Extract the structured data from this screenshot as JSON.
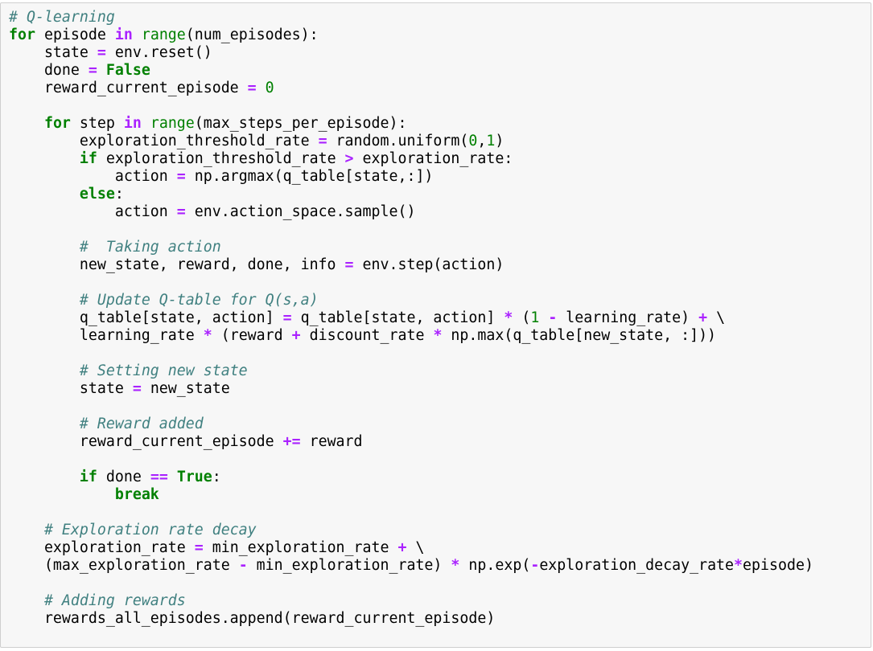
{
  "notebook_cell": {
    "language": "python",
    "lines": [
      [
        {
          "t": "# Q-learning",
          "k": "cm"
        }
      ],
      [
        {
          "t": "for",
          "k": "kw"
        },
        {
          "t": " episode ",
          "k": "n"
        },
        {
          "t": "in",
          "k": "op"
        },
        {
          "t": " ",
          "k": "n"
        },
        {
          "t": "range",
          "k": "bi"
        },
        {
          "t": "(num_episodes):",
          "k": "n"
        }
      ],
      [
        {
          "t": "    state ",
          "k": "n"
        },
        {
          "t": "=",
          "k": "op"
        },
        {
          "t": " env.reset()",
          "k": "n"
        }
      ],
      [
        {
          "t": "    done ",
          "k": "n"
        },
        {
          "t": "=",
          "k": "op"
        },
        {
          "t": " ",
          "k": "n"
        },
        {
          "t": "False",
          "k": "const"
        }
      ],
      [
        {
          "t": "    reward_current_episode ",
          "k": "n"
        },
        {
          "t": "=",
          "k": "op"
        },
        {
          "t": " ",
          "k": "n"
        },
        {
          "t": "0",
          "k": "num"
        }
      ],
      [],
      [
        {
          "t": "    ",
          "k": "n"
        },
        {
          "t": "for",
          "k": "kw"
        },
        {
          "t": " step ",
          "k": "n"
        },
        {
          "t": "in",
          "k": "op"
        },
        {
          "t": " ",
          "k": "n"
        },
        {
          "t": "range",
          "k": "bi"
        },
        {
          "t": "(max_steps_per_episode):",
          "k": "n"
        }
      ],
      [
        {
          "t": "        exploration_threshold_rate ",
          "k": "n"
        },
        {
          "t": "=",
          "k": "op"
        },
        {
          "t": " random.uniform(",
          "k": "n"
        },
        {
          "t": "0",
          "k": "num"
        },
        {
          "t": ",",
          "k": "n"
        },
        {
          "t": "1",
          "k": "num"
        },
        {
          "t": ")",
          "k": "n"
        }
      ],
      [
        {
          "t": "        ",
          "k": "n"
        },
        {
          "t": "if",
          "k": "kw"
        },
        {
          "t": " exploration_threshold_rate ",
          "k": "n"
        },
        {
          "t": ">",
          "k": "op"
        },
        {
          "t": " exploration_rate:",
          "k": "n"
        }
      ],
      [
        {
          "t": "            action ",
          "k": "n"
        },
        {
          "t": "=",
          "k": "op"
        },
        {
          "t": " np.argmax(q_table[state,:])",
          "k": "n"
        }
      ],
      [
        {
          "t": "        ",
          "k": "n"
        },
        {
          "t": "else",
          "k": "kw"
        },
        {
          "t": ":",
          "k": "n"
        }
      ],
      [
        {
          "t": "            action ",
          "k": "n"
        },
        {
          "t": "=",
          "k": "op"
        },
        {
          "t": " env.action_space.sample()",
          "k": "n"
        }
      ],
      [],
      [
        {
          "t": "        ",
          "k": "n"
        },
        {
          "t": "#  Taking action",
          "k": "cm"
        }
      ],
      [
        {
          "t": "        new_state, reward, done, info ",
          "k": "n"
        },
        {
          "t": "=",
          "k": "op"
        },
        {
          "t": " env.step(action)",
          "k": "n"
        }
      ],
      [],
      [
        {
          "t": "        ",
          "k": "n"
        },
        {
          "t": "# Update Q-table for Q(s,a)",
          "k": "cm"
        }
      ],
      [
        {
          "t": "        q_table[state, action] ",
          "k": "n"
        },
        {
          "t": "=",
          "k": "op"
        },
        {
          "t": " q_table[state, action] ",
          "k": "n"
        },
        {
          "t": "*",
          "k": "op"
        },
        {
          "t": " (",
          "k": "n"
        },
        {
          "t": "1",
          "k": "num"
        },
        {
          "t": " ",
          "k": "n"
        },
        {
          "t": "-",
          "k": "op"
        },
        {
          "t": " learning_rate) ",
          "k": "n"
        },
        {
          "t": "+",
          "k": "op"
        },
        {
          "t": " \\",
          "k": "n"
        }
      ],
      [
        {
          "t": "        learning_rate ",
          "k": "n"
        },
        {
          "t": "*",
          "k": "op"
        },
        {
          "t": " (reward ",
          "k": "n"
        },
        {
          "t": "+",
          "k": "op"
        },
        {
          "t": " discount_rate ",
          "k": "n"
        },
        {
          "t": "*",
          "k": "op"
        },
        {
          "t": " np.max(q_table[new_state, :]))",
          "k": "n"
        }
      ],
      [],
      [
        {
          "t": "        ",
          "k": "n"
        },
        {
          "t": "# Setting new state",
          "k": "cm"
        }
      ],
      [
        {
          "t": "        state ",
          "k": "n"
        },
        {
          "t": "=",
          "k": "op"
        },
        {
          "t": " new_state",
          "k": "n"
        }
      ],
      [],
      [
        {
          "t": "        ",
          "k": "n"
        },
        {
          "t": "# Reward added",
          "k": "cm"
        }
      ],
      [
        {
          "t": "        reward_current_episode ",
          "k": "n"
        },
        {
          "t": "+=",
          "k": "op"
        },
        {
          "t": " reward",
          "k": "n"
        }
      ],
      [],
      [
        {
          "t": "        ",
          "k": "n"
        },
        {
          "t": "if",
          "k": "kw"
        },
        {
          "t": " done ",
          "k": "n"
        },
        {
          "t": "==",
          "k": "op"
        },
        {
          "t": " ",
          "k": "n"
        },
        {
          "t": "True",
          "k": "const"
        },
        {
          "t": ":",
          "k": "n"
        }
      ],
      [
        {
          "t": "            ",
          "k": "n"
        },
        {
          "t": "break",
          "k": "kw"
        }
      ],
      [],
      [
        {
          "t": "    ",
          "k": "n"
        },
        {
          "t": "# Exploration rate decay",
          "k": "cm"
        }
      ],
      [
        {
          "t": "    exploration_rate ",
          "k": "n"
        },
        {
          "t": "=",
          "k": "op"
        },
        {
          "t": " min_exploration_rate ",
          "k": "n"
        },
        {
          "t": "+",
          "k": "op"
        },
        {
          "t": " \\",
          "k": "n"
        }
      ],
      [
        {
          "t": "    (max_exploration_rate ",
          "k": "n"
        },
        {
          "t": "-",
          "k": "op"
        },
        {
          "t": " min_exploration_rate) ",
          "k": "n"
        },
        {
          "t": "*",
          "k": "op"
        },
        {
          "t": " np.exp(",
          "k": "n"
        },
        {
          "t": "-",
          "k": "op"
        },
        {
          "t": "exploration_decay_rate",
          "k": "n"
        },
        {
          "t": "*",
          "k": "op"
        },
        {
          "t": "episode)",
          "k": "n"
        }
      ],
      [],
      [
        {
          "t": "    ",
          "k": "n"
        },
        {
          "t": "# Adding rewards",
          "k": "cm"
        }
      ],
      [
        {
          "t": "    rewards_all_episodes.append(reward_current_episode)",
          "k": "n"
        }
      ]
    ]
  },
  "colors": {
    "cell_background": "#f7f7f7",
    "cell_border": "#cfcfcf",
    "comment": "#408080",
    "keyword": "#008000",
    "operator": "#aa22ff",
    "number": "#008000",
    "text": "#000000"
  }
}
